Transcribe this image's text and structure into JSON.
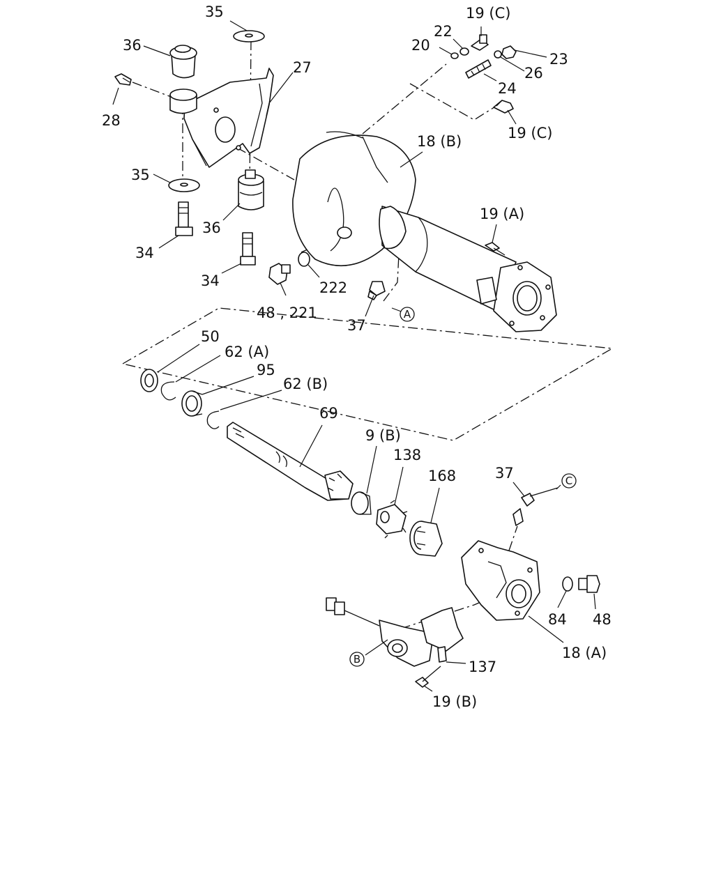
{
  "callouts": {
    "p35_top": "35",
    "p36_top": "36",
    "p28": "28",
    "p27": "27",
    "p35_mid": "35",
    "p36_mid": "36",
    "p34_left": "34",
    "p34_mid": "34",
    "p48_221": "48 , 221",
    "p222": "222",
    "p37_top": "37",
    "p19c_top": "19 (C)",
    "p22": "22",
    "p20": "20",
    "p23": "23",
    "p26": "26",
    "p24": "24",
    "p19c_bot": "19 (C)",
    "p18b": "18 (B)",
    "p19a": "19 (A)",
    "p50": "50",
    "p62a": "62 (A)",
    "p95": "95",
    "p62b": "62 (B)",
    "p69": "69",
    "p9b": "9 (B)",
    "p138": "138",
    "p168": "168",
    "p37_bot": "37",
    "p84": "84",
    "p48_bot": "48",
    "p18a": "18 (A)",
    "p137": "137",
    "p19b": "19 (B)"
  },
  "connectors": {
    "a": "A",
    "b": "B",
    "c": "C"
  }
}
